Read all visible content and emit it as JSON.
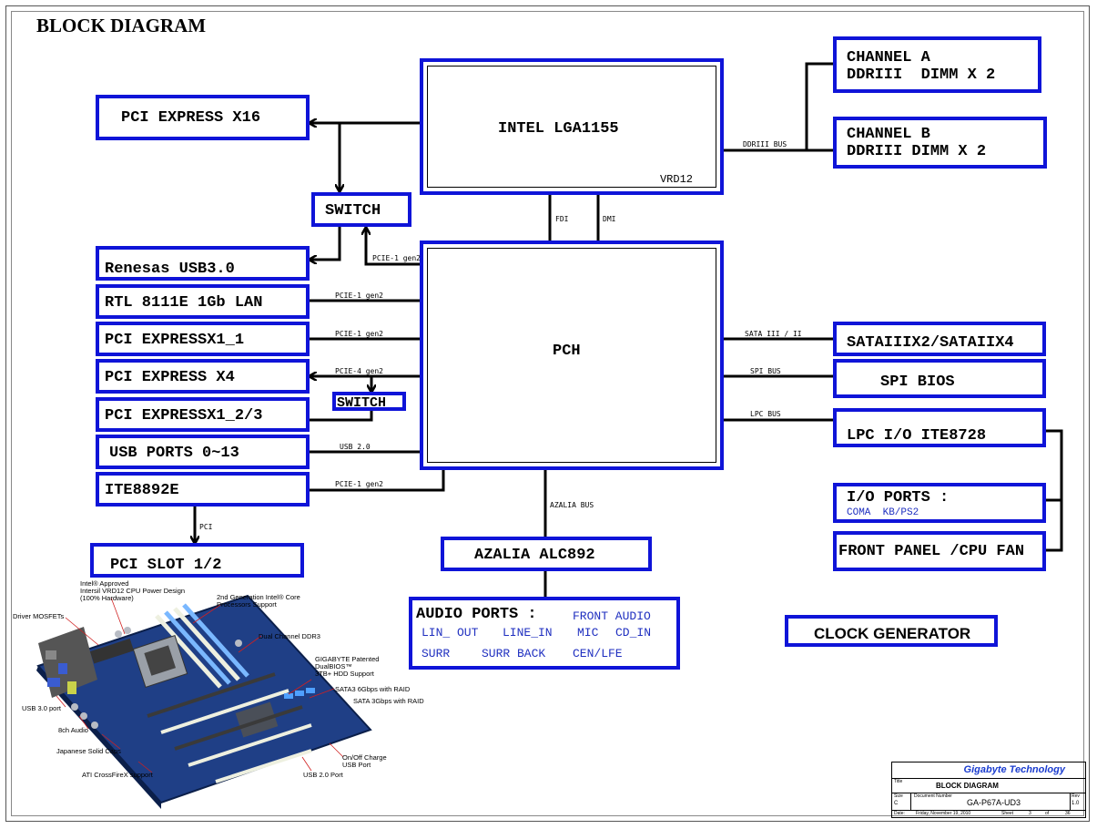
{
  "diagram": {
    "title": "BLOCK DIAGRAM",
    "cpu": {
      "label": "INTEL LGA1155",
      "sub": "VRD12"
    },
    "pch": {
      "label": "PCH"
    },
    "channel_a": {
      "line1": "CHANNEL A",
      "line2": "DDRIII  DIMM X 2"
    },
    "channel_b": {
      "line1": "CHANNEL B",
      "line2": "DDRIII DIMM X 2"
    },
    "ddr_bus": "DDRIII BUS",
    "fdi": "FDI",
    "dmi": "DMI",
    "left_blocks": {
      "pcie_x16": "PCI EXPRESS X16",
      "switch_top": "SWITCH",
      "usb3": "Renesas USB3.0",
      "lan": "RTL 8111E 1Gb LAN",
      "pcie_x1_1": "PCI EXPRESSX1_1",
      "pcie_x4": "PCI EXPRESS X4",
      "switch_mid": "SWITCH",
      "pcie_x1_23": "PCI EXPRESSX1_2/3",
      "usb_ports": "USB PORTS 0~13",
      "ite8892": "ITE8892E",
      "pci_slot": "PCI SLOT 1/2"
    },
    "bus_labels": {
      "pcie1_gen2_usb3": "PCIE-1 gen2",
      "pcie1_gen2_lan": "PCIE-1 gen2",
      "pcie1_gen2_x1": "PCIE-1 gen2",
      "pcie4_gen2": "PCIE-4 gen2",
      "usb20": "USB 2.0",
      "pcie1_gen2_ite": "PCIE-1 gen2",
      "pci": "PCI",
      "azalia_bus": "AZALIA BUS",
      "sata": "SATA III / II",
      "spi": "SPI BUS",
      "lpc": "LPC BUS"
    },
    "right_blocks": {
      "sata": "SATAIIIX2/SATAIIX4",
      "spi_bios": "SPI BIOS",
      "lpc_io": "LPC I/O ITE8728",
      "io_ports": "I/O PORTS :",
      "io_ports_sub": "COMA  KB/PS2",
      "front_panel": "FRONT PANEL /CPU FAN",
      "clock_gen": "CLOCK GENERATOR"
    },
    "azalia": "AZALIA ALC892",
    "audio_ports": {
      "title": "AUDIO PORTS :",
      "front_audio": "FRONT AUDIO",
      "lin_out": "LIN_ OUT",
      "line_in": "LINE_IN",
      "mic": "MIC",
      "cd_in": "CD_IN",
      "surr": "SURR",
      "surr_back": "SURR BACK",
      "cen_lfe": "CEN/LFE"
    }
  },
  "board_photo": {
    "callouts": {
      "vrd": "Intel® Approved\nIntersil VRD12 CPU Power Design\n(100% Hardware)",
      "core": "2nd Generation Intel® Core\nProcessors Support",
      "mosfets": "Driver MOSFETs",
      "ddr3": "Dual Channel DDR3",
      "dualbios": "GIGABYTE Patented\nDualBIOS™\n3TB+ HDD Support",
      "sata6": "SATA3 6Gbps with RAID",
      "sata3": "SATA 3Gbps with RAID",
      "usb30": "USB 3.0 port",
      "audio8": "8ch Audio",
      "caps": "Japanese Solid Caps",
      "onoff": "On/Off Charge\nUSB Port",
      "crossfire": "ATI CrossFireX support",
      "usb20": "USB 2.0 Port"
    }
  },
  "title_block": {
    "company": "Gigabyte Technology",
    "title_label": "Title",
    "title_value": "BLOCK DIAGRAM",
    "size_label": "Size",
    "size_value": "C",
    "docnum_label": "Document Number",
    "docnum_value": "GA-P67A-UD3",
    "rev_label": "Rev",
    "rev_value": "1.0",
    "date_label": "Date:",
    "date_value": "Friday, November 19, 2010",
    "sheet_label": "Sheet",
    "sheet_value": "3",
    "of_label": "of",
    "of_value": "36"
  },
  "colors": {
    "block_border": "#0f14d8",
    "wire": "#000000",
    "callout_line": "#d02020"
  }
}
